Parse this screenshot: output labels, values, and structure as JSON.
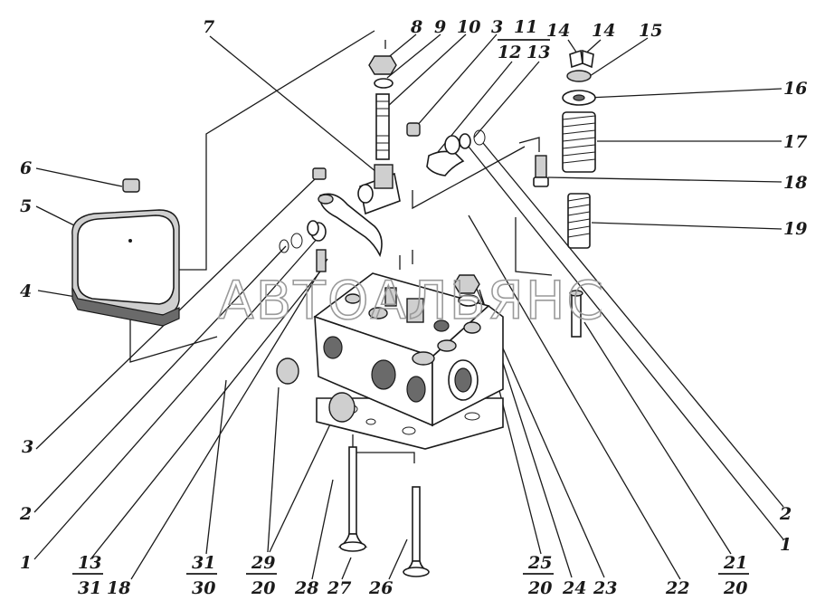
{
  "watermark": "АВТОАЛЬЯНС",
  "labels": {
    "l7": "7",
    "l8": "8",
    "l9": "9",
    "l10": "10",
    "l3top": "3",
    "l11": "11",
    "l12": "12",
    "l13top": "13",
    "l14a": "14",
    "l14b": "14",
    "l15": "15",
    "l16": "16",
    "l17": "17",
    "l18right": "18",
    "l19": "19",
    "l6": "6",
    "l5": "5",
    "l4": "4",
    "l3left": "3",
    "l2left": "2",
    "l1left": "1",
    "l2right": "2",
    "l1right": "1",
    "l13bot": "13",
    "l31bot": "31",
    "l18bot": "18",
    "l31a": "31",
    "l30": "30",
    "l29": "29",
    "l20a": "20",
    "l28": "28",
    "l27": "27",
    "l26": "26",
    "l25": "25",
    "l20b": "20",
    "l24": "24",
    "l23": "23",
    "l22": "22",
    "l21": "21",
    "l20c": "20"
  }
}
